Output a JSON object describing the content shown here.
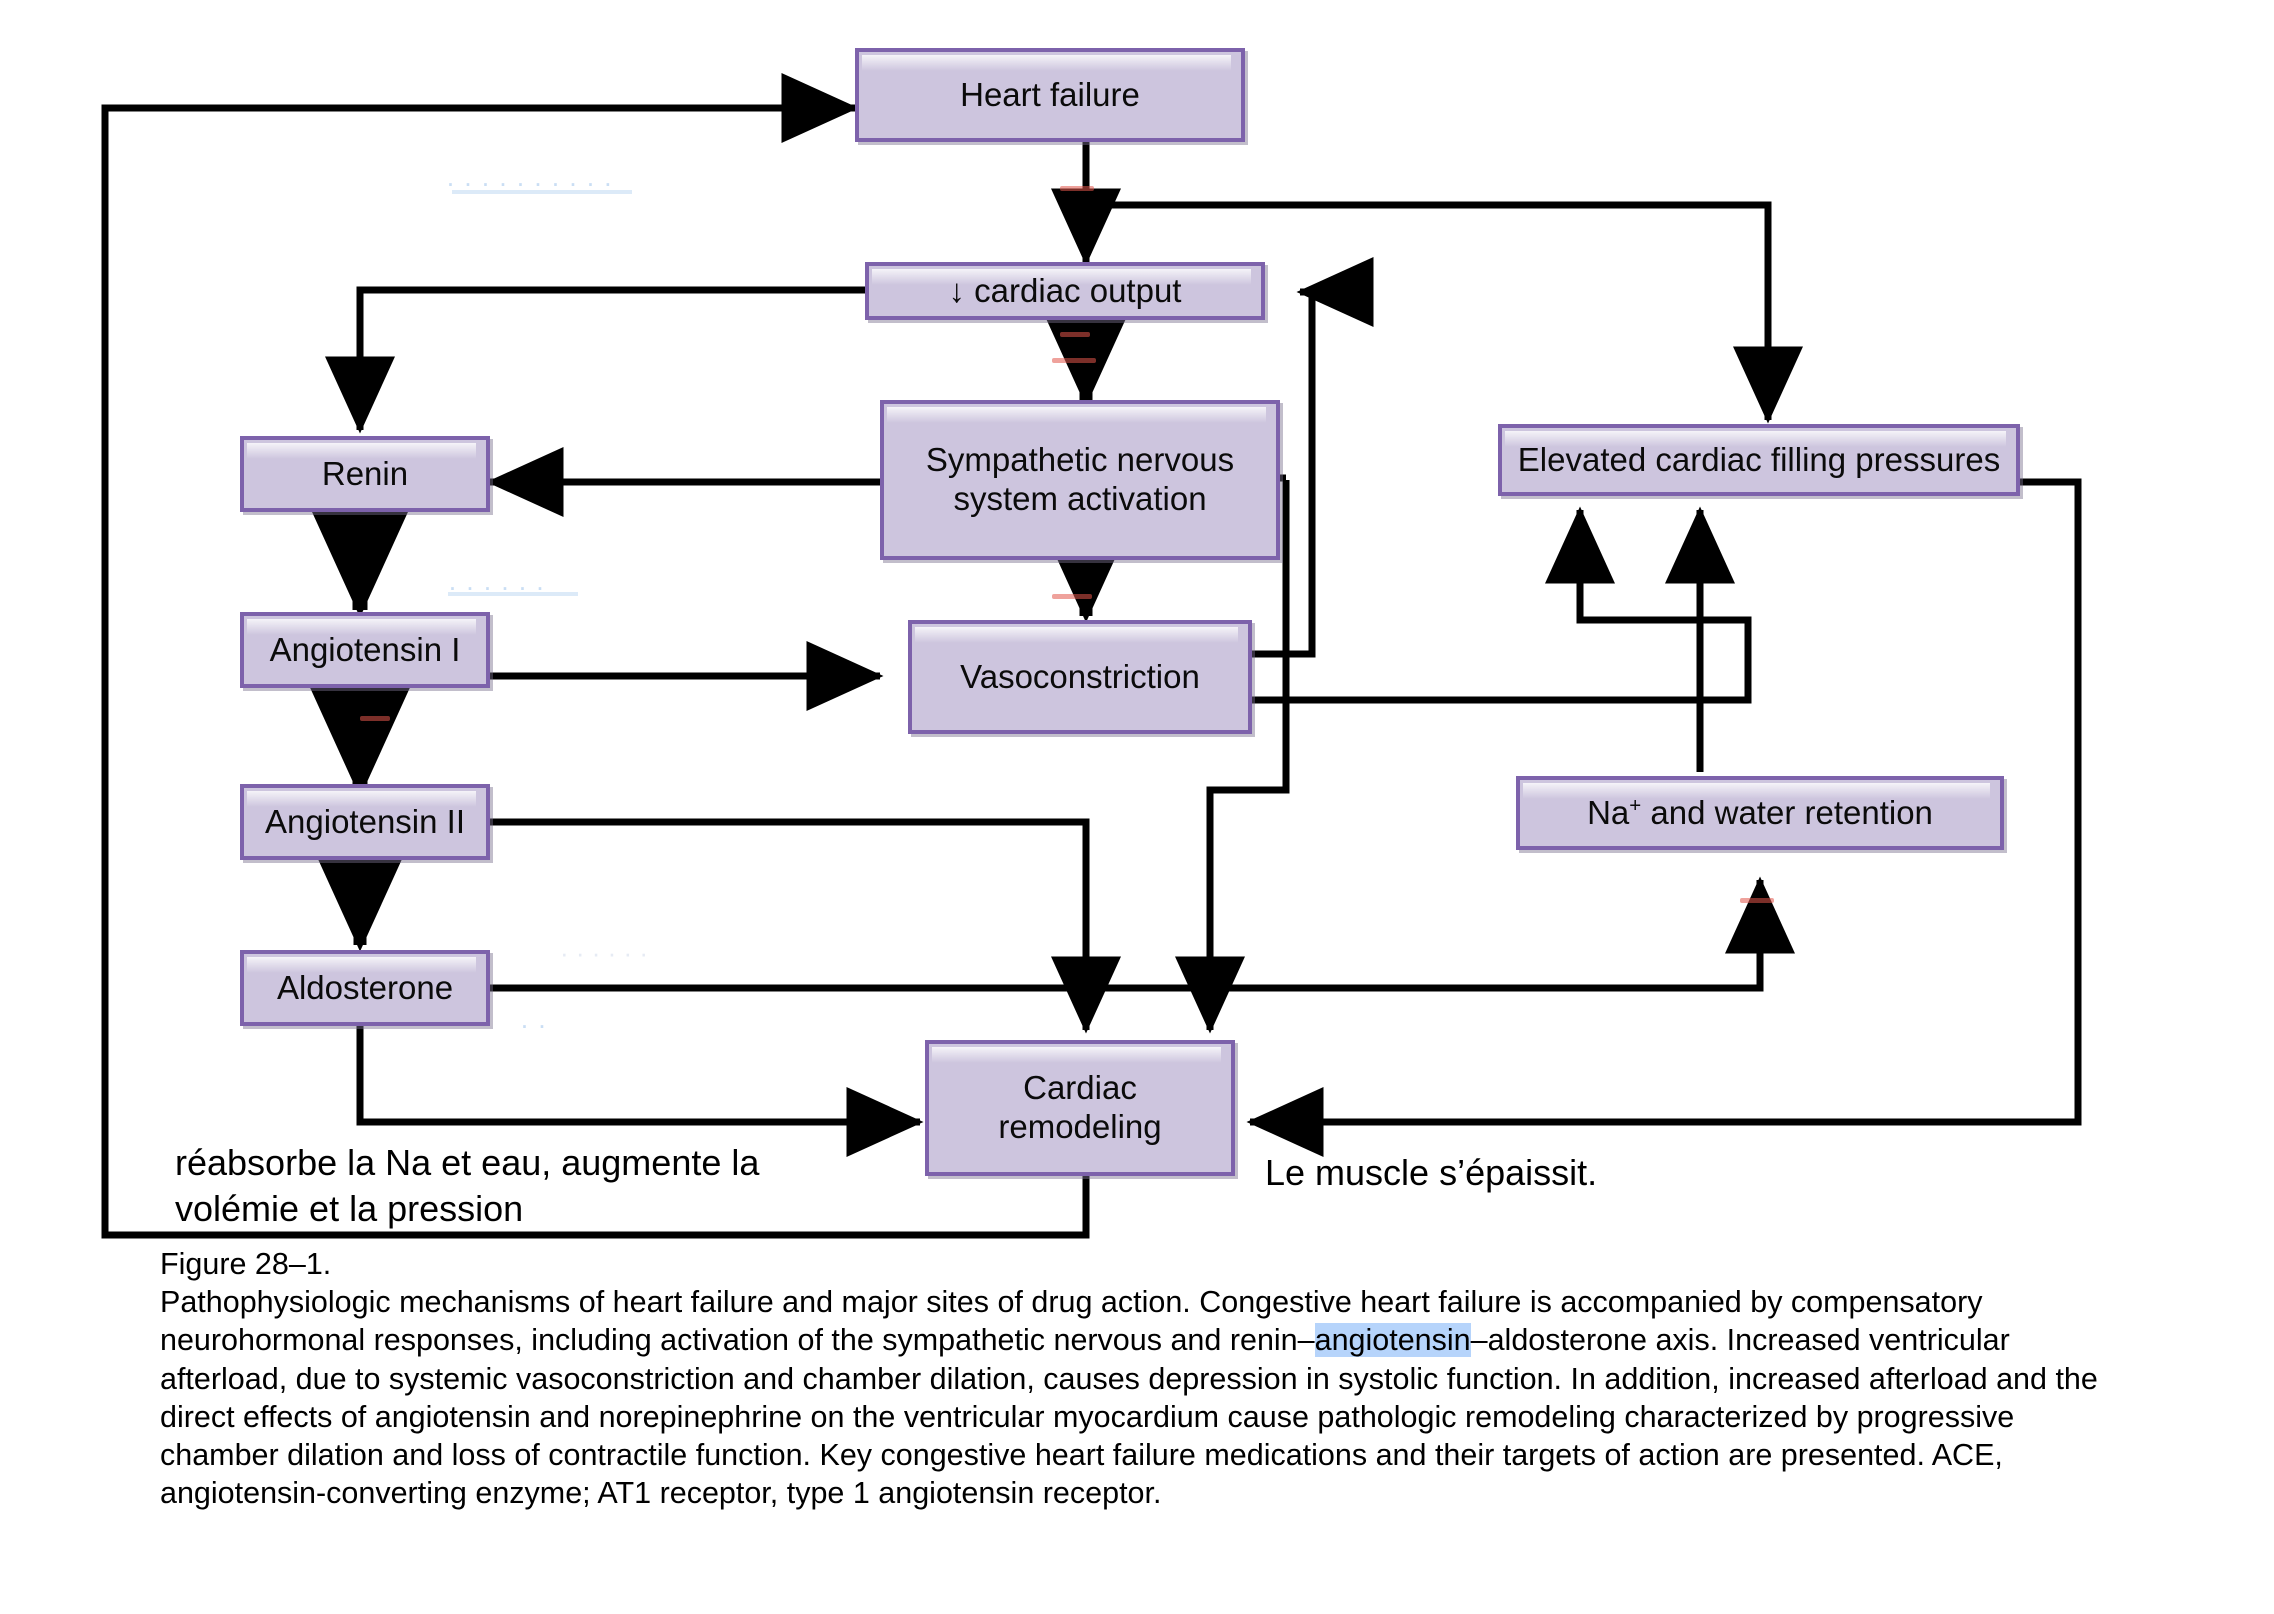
{
  "figure": {
    "number": "Figure 28–1.",
    "caption_segments": [
      {
        "text": "Pathophysiologic mechanisms of heart failure and major sites of drug action. Congestive heart failure is accompanied by compensatory neurohormonal responses, including activation of the sympathetic nervous and renin–",
        "highlight": false
      },
      {
        "text": "angiotensin",
        "highlight": true
      },
      {
        "text": "–aldosterone axis. Increased ventricular afterload, due to systemic vasoconstriction and chamber dilation, causes depression in systolic function. In addition, increased afterload and the direct effects of angiotensin and norepinephrine on the ventricular myocardium cause pathologic remodeling characterized by progressive chamber dilation and loss of contractile function. Key congestive heart failure medications and their targets of action are presented. ACE, angiotensin-converting enzyme; AT1 receptor, type 1 angiotensin receptor.",
        "highlight": false
      }
    ]
  },
  "colors": {
    "node_fill": "#cdc5de",
    "node_border": "#7d62ab",
    "connector": "#000000",
    "highlight": "#b6d4fb",
    "ghost_blue": "#8bb8e8",
    "ghost_red": "#e2564a"
  },
  "nodes": {
    "heart_failure": {
      "label": "Heart failure"
    },
    "cardiac_output": {
      "arrow": "↓",
      "label": "cardiac output"
    },
    "sympathetic": {
      "line1": "Sympathetic nervous",
      "line2": "system activation"
    },
    "renin": {
      "label": "Renin"
    },
    "angiotensin_i": {
      "label": "Angiotensin I"
    },
    "angiotensin_ii": {
      "label": "Angiotensin II"
    },
    "aldosterone": {
      "label": "Aldosterone"
    },
    "vasoconstriction": {
      "label": "Vasoconstriction"
    },
    "elevated_filling": {
      "label": "Elevated cardiac filling pressures"
    },
    "na_water": {
      "prefix": "Na",
      "sup": "+",
      "suffix": " and water retention"
    },
    "cardiac_remodeling": {
      "line1": "Cardiac",
      "line2": "remodeling"
    }
  },
  "annotations": {
    "left_note_line1": "réabsorbe la Na et eau, augmente la",
    "left_note_line2": "volémie et la pression",
    "right_note": "Le muscle s’épaissit."
  }
}
